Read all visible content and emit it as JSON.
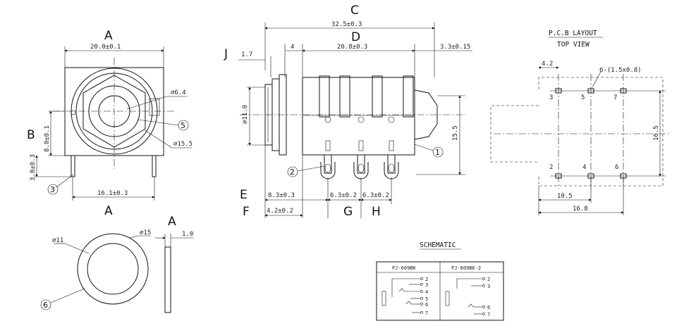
{
  "labels": {
    "A_top": "A",
    "A_bottom": "A",
    "A_ring": "A",
    "B": "B",
    "C": "C",
    "D": "D",
    "E": "E",
    "F": "F",
    "G": "G",
    "H": "H",
    "J": "J"
  },
  "front_view": {
    "width_dim": "20.0±0.1",
    "height_dim": "8.0±0.1",
    "pin_dim": "3.8±0.3",
    "pin_span": "16.1±0.3",
    "nut_dia": "⌀6.4",
    "body_dia": "⌀15.5",
    "callout_3": "3",
    "callout_5": "5"
  },
  "side_view": {
    "total_len": "32.5±0.3",
    "body_len": "20.8±0.3",
    "flange": "1.7",
    "gap": "4",
    "rear": "3.3±0.15",
    "thread_dia": "⌀11.0",
    "pin_height": "15.5",
    "e_dim": "8.3±0.3",
    "f_dim": "4.2±0.2",
    "g_dim": "6.3±0.2",
    "h_dim": "6.3±0.2",
    "callout_1": "1",
    "callout_2": "2"
  },
  "washer": {
    "inner": "⌀11",
    "outer": "⌀15",
    "thick": "1.0",
    "callout_6": "6"
  },
  "pcb": {
    "title": "P.C.B LAYOUT",
    "subtitle": "TOP VIEW",
    "offset": "4.2",
    "hole_note": "6-(1.5x0.8)",
    "pin3": "3",
    "pin5": "5",
    "pin7": "7",
    "pin2": "2",
    "pin4": "4",
    "pin6": "6",
    "height": "16.5",
    "w1": "10.5",
    "w2": "16.8"
  },
  "schematic": {
    "title": "SCHEMATIC",
    "col1": "PJ-609BK",
    "col2": "PJ-609BK-2",
    "c1_pins": [
      "2",
      "3",
      "4",
      "5",
      "6",
      "7"
    ],
    "c2_pins_top": [
      "2",
      "3"
    ],
    "c2_pins_bot": [
      "6",
      "7"
    ]
  }
}
